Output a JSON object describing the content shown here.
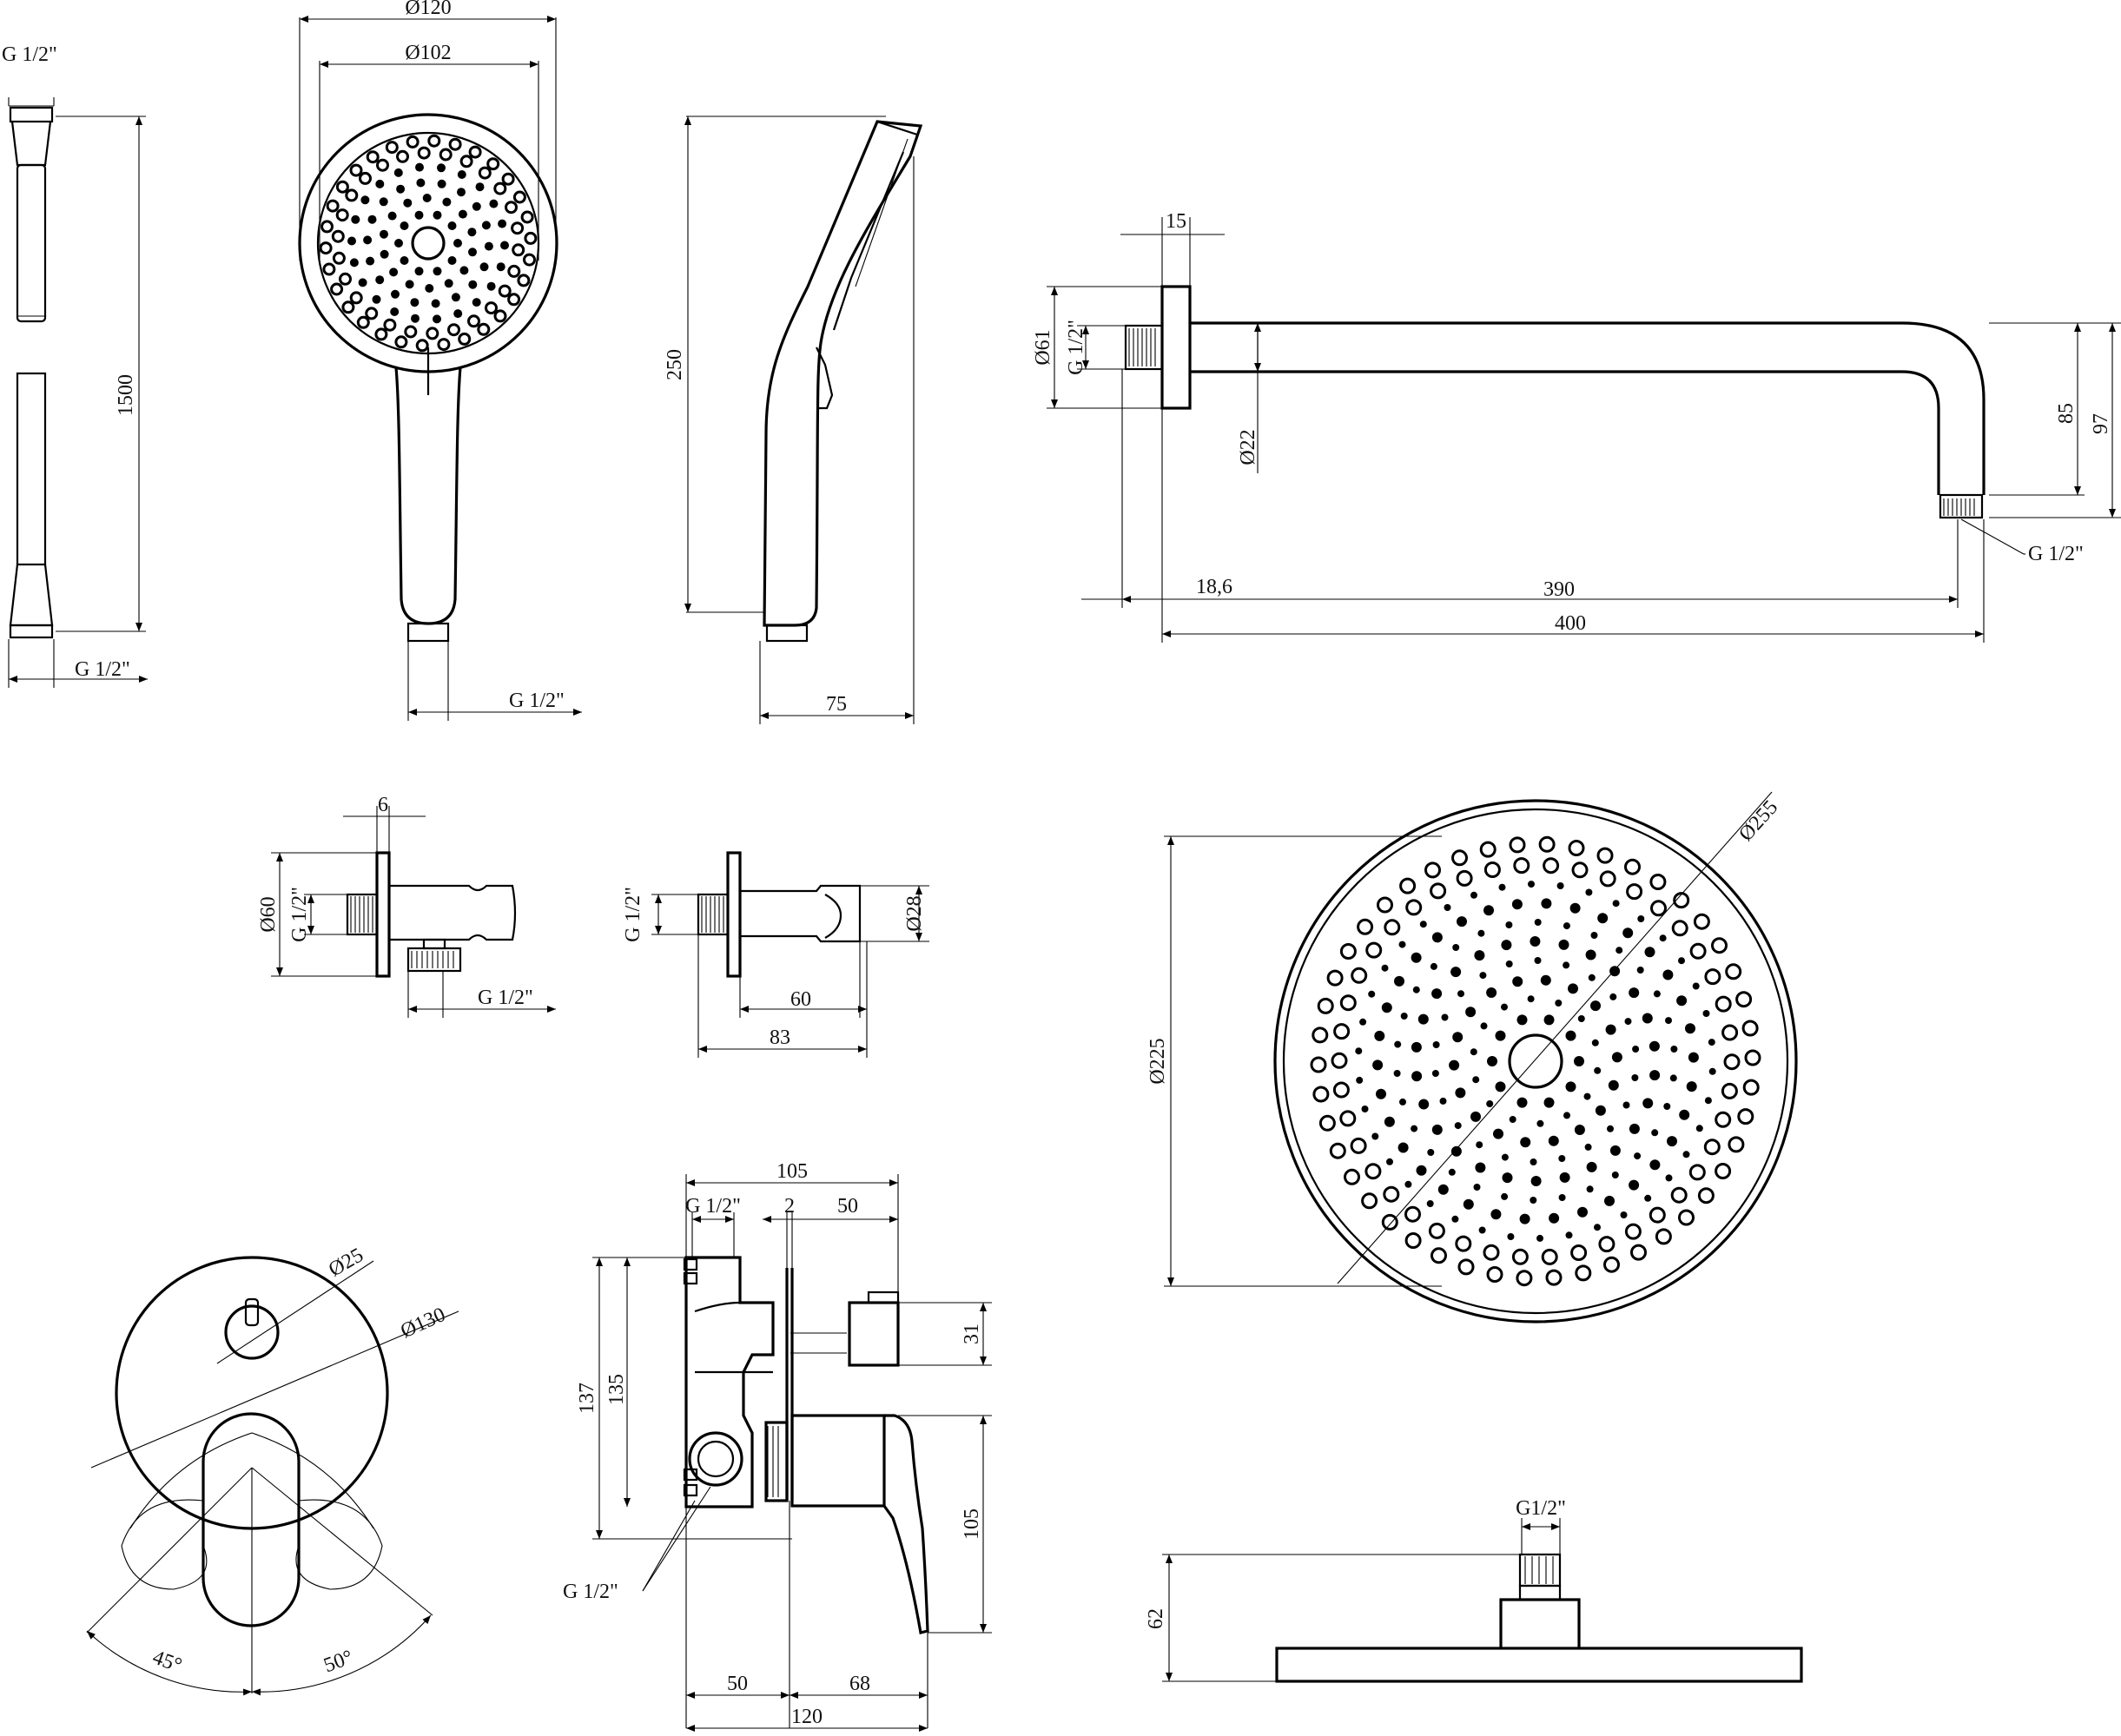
{
  "hose": {
    "length": "1500",
    "thread_top": "G 1/2\"",
    "thread_bottom": "G 1/2\""
  },
  "hand_shower_front": {
    "outer_dia": "Ø120",
    "face_dia": "Ø102",
    "thread": "G 1/2\""
  },
  "hand_shower_side": {
    "height": "250",
    "width": "75"
  },
  "shower_arm": {
    "flange_thickness": "15",
    "flange_dia": "Ø61",
    "thread_wall": "G 1/2\"",
    "pipe_dia": "Ø22",
    "offset_inner": "18,6",
    "length_inner": "390",
    "length_total": "400",
    "drop_85": "85",
    "drop_97": "97",
    "thread_end": "G 1/2\""
  },
  "wall_outlet_front": {
    "flange_thickness": "6",
    "flange_dia": "Ø60",
    "thread_in": "G 1/2\"",
    "thread_out": "G 1/2\""
  },
  "wall_outlet_side": {
    "thread": "G 1/2\"",
    "body_dia": "Ø28",
    "depth_60": "60",
    "depth_83": "83"
  },
  "rain_head_top": {
    "outer_dia": "Ø255",
    "face_dia": "Ø225"
  },
  "rain_head_side": {
    "thread": "G1/2\"",
    "height": "62"
  },
  "mixer_front": {
    "knob_dia": "Ø25",
    "plate_dia": "Ø130",
    "angle_left": "45°",
    "angle_right": "50°"
  },
  "mixer_side": {
    "width_top": "105",
    "thread_top": "G 1/2\"",
    "gap": "2",
    "depth_50_top": "50",
    "height_137": "137",
    "height_135": "135",
    "spout_31": "31",
    "lever_105": "105",
    "bottom_50": "50",
    "bottom_68": "68",
    "bottom_120": "120",
    "thread_bottom": "G 1/2\""
  }
}
